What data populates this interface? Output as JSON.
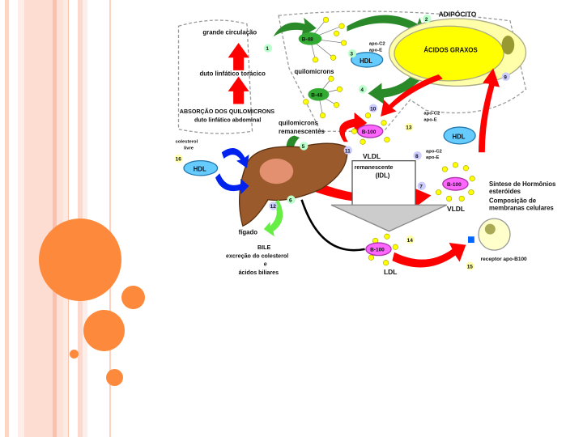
{
  "colors": {
    "accent": "#fd8a3c",
    "stripe": "#fddcd2",
    "liver": "#9a5a2c",
    "adipocyte": "#ffff00",
    "hdl": "#66ccff",
    "b100": "#ff66ff",
    "b48": "#33aa33"
  },
  "diagram": {
    "grande_circulacao": "grande circulação",
    "duto_toracico": "duto linfático torácico",
    "absorcao": "ABSORÇÃO DOS QUILOMICRONS",
    "duto_abdominal": "duto linfático abdominal",
    "b48": "B-48",
    "b48_2": "B-48",
    "quilomicrons": "quilomicrons",
    "quilo_rem_1": "quilomicrons",
    "quilo_rem_2": "remanescentes",
    "adipocito": "ADIPÓCITO",
    "acidos_graxos": "ÁCIDOS GRAXOS",
    "apo_c2": "apo-C2",
    "apo_e": "apo-E",
    "hdl": "HDL",
    "b100": "B-100",
    "vldl": "VLDL",
    "idl_1": "remanescente",
    "idl_2": "(IDL)",
    "ldl": "LDL",
    "colesterol_livre_1": "colesterol",
    "colesterol_livre_2": "livre",
    "figado": "fígado",
    "bile_1": "BILE",
    "bile_2": "excreção do colesterol",
    "bile_3": "e",
    "bile_4": "ácidos biliares",
    "sintese_1": "Síntese de Hormônios",
    "sintese_2": "esteróides",
    "composicao_1": "Composição de",
    "composicao_2": "membranas celulares",
    "receptor": "receptor apo-B100",
    "steps": [
      "1",
      "2",
      "3",
      "4",
      "5",
      "6",
      "7",
      "8",
      "9",
      "10",
      "11",
      "12",
      "13",
      "14",
      "15",
      "16"
    ]
  }
}
